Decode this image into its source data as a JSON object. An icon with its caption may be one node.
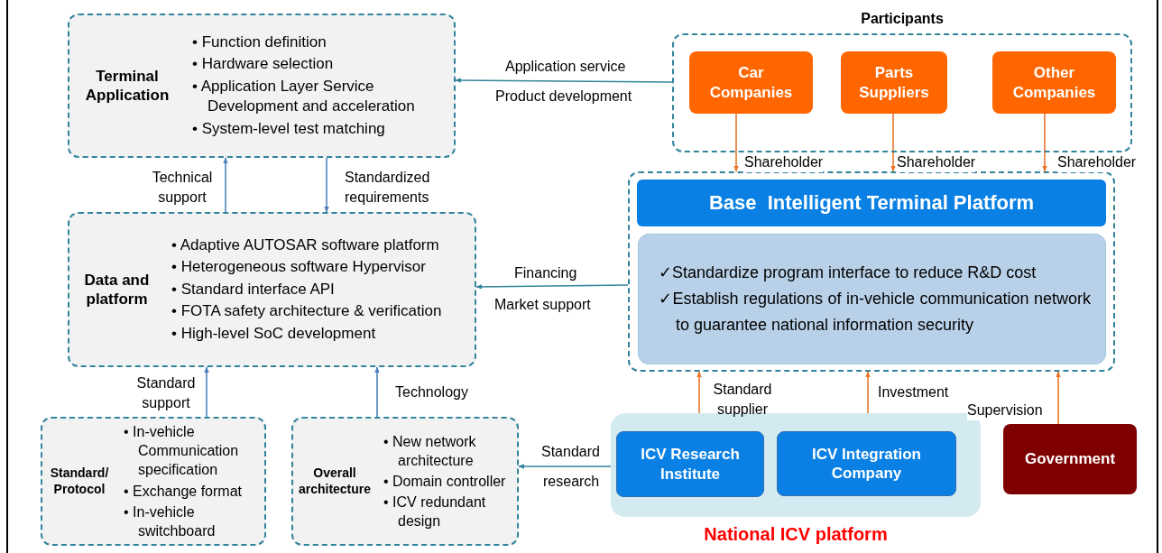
{
  "diagram": {
    "nodes": [
      {
        "text": [
          "Terminal Application",
          "• Function definition",
          "• Hardware selection",
          "• Application Layer Service Development and acceleration",
          "• System-level test matching"
        ]
      },
      {
        "text": [
          "Data and platform",
          "• Adaptive AUTOSAR software platform",
          "• Heterogeneous software Hypervisor",
          "• Standard interface API",
          "• FOTA safety architecture & verification",
          "• High-level SoC development"
        ]
      },
      {
        "text": [
          "Standard/ Protocol",
          "• In-vehicle Communication specification",
          "• Exchange format",
          "• In-vehicle switchboard"
        ]
      },
      {
        "text": [
          "Overall architecture",
          "• New network architecture",
          "• Domain controller",
          "• ICV redundant design"
        ]
      },
      {
        "text": [
          "Participants"
        ]
      },
      {
        "text": [
          "Car Companies"
        ],
        "in": 4
      },
      {
        "text": [
          "Parts Suppliers"
        ],
        "in": 4
      },
      {
        "text": [
          "Other Companies"
        ],
        "in": 4
      },
      {
        "text": [],
        "shape": "box"
      },
      {
        "text": [
          "Base  Intelligent Terminal Platform"
        ],
        "in": 8
      },
      {
        "text": [
          "✓Standardize program interface to reduce R&D cost",
          "✓Establish regulations of in-vehicle communication network to guarantee national information security"
        ],
        "in": 8
      },
      {
        "text": [
          "National ICV platform"
        ]
      },
      {
        "text": [
          "ICV Research Institute"
        ],
        "in": 11
      },
      {
        "text": [
          "ICV Integration Company"
        ],
        "in": 11
      },
      {
        "text": [
          "Government"
        ]
      }
    ],
    "edges": [
      {
        "from": 4,
        "to": 0,
        "arrow": "to",
        "label": "Application service",
        "color": "#31849b"
      },
      {
        "from": 8,
        "to": 1,
        "arrow": "to",
        "label": "Financing",
        "color": "#31849b"
      },
      {
        "from": 1,
        "to": 0,
        "arrow": "to",
        "label": "Technical support",
        "color": "#4f81bd"
      },
      {
        "from": 0,
        "to": 1,
        "arrow": "to",
        "label": "Standardized requirements",
        "color": "#4f81bd"
      },
      {
        "from": 2,
        "to": 1,
        "arrow": "to",
        "label": "Standard support",
        "color": "#4f81bd"
      },
      {
        "from": 3,
        "to": 1,
        "arrow": "to",
        "label": "Technology",
        "color": "#4f81bd"
      },
      {
        "from": 12,
        "to": 3,
        "arrow": "to",
        "label": "Standard",
        "color": "#31849b"
      },
      {
        "from": 5,
        "to": 8,
        "arrow": "to",
        "label": "Shareholder",
        "color": "#e8762c"
      },
      {
        "from": 6,
        "to": 8,
        "arrow": "to",
        "label": "Shareholder",
        "color": "#e8762c"
      },
      {
        "from": 7,
        "to": 8,
        "arrow": "to",
        "label": "Shareholder",
        "color": "#e8762c"
      },
      {
        "from": 12,
        "to": 8,
        "arrow": "to",
        "label": "Standard supplier",
        "color": "#e8762c"
      },
      {
        "from": 13,
        "to": 8,
        "arrow": "to",
        "label": "Investment",
        "color": "#e8762c"
      },
      {
        "from": 14,
        "to": 8,
        "arrow": "to",
        "label": "Supervision",
        "color": "#e8762c"
      }
    ],
    "labels": [
      "Product development",
      "Market support",
      "research"
    ]
  }
}
